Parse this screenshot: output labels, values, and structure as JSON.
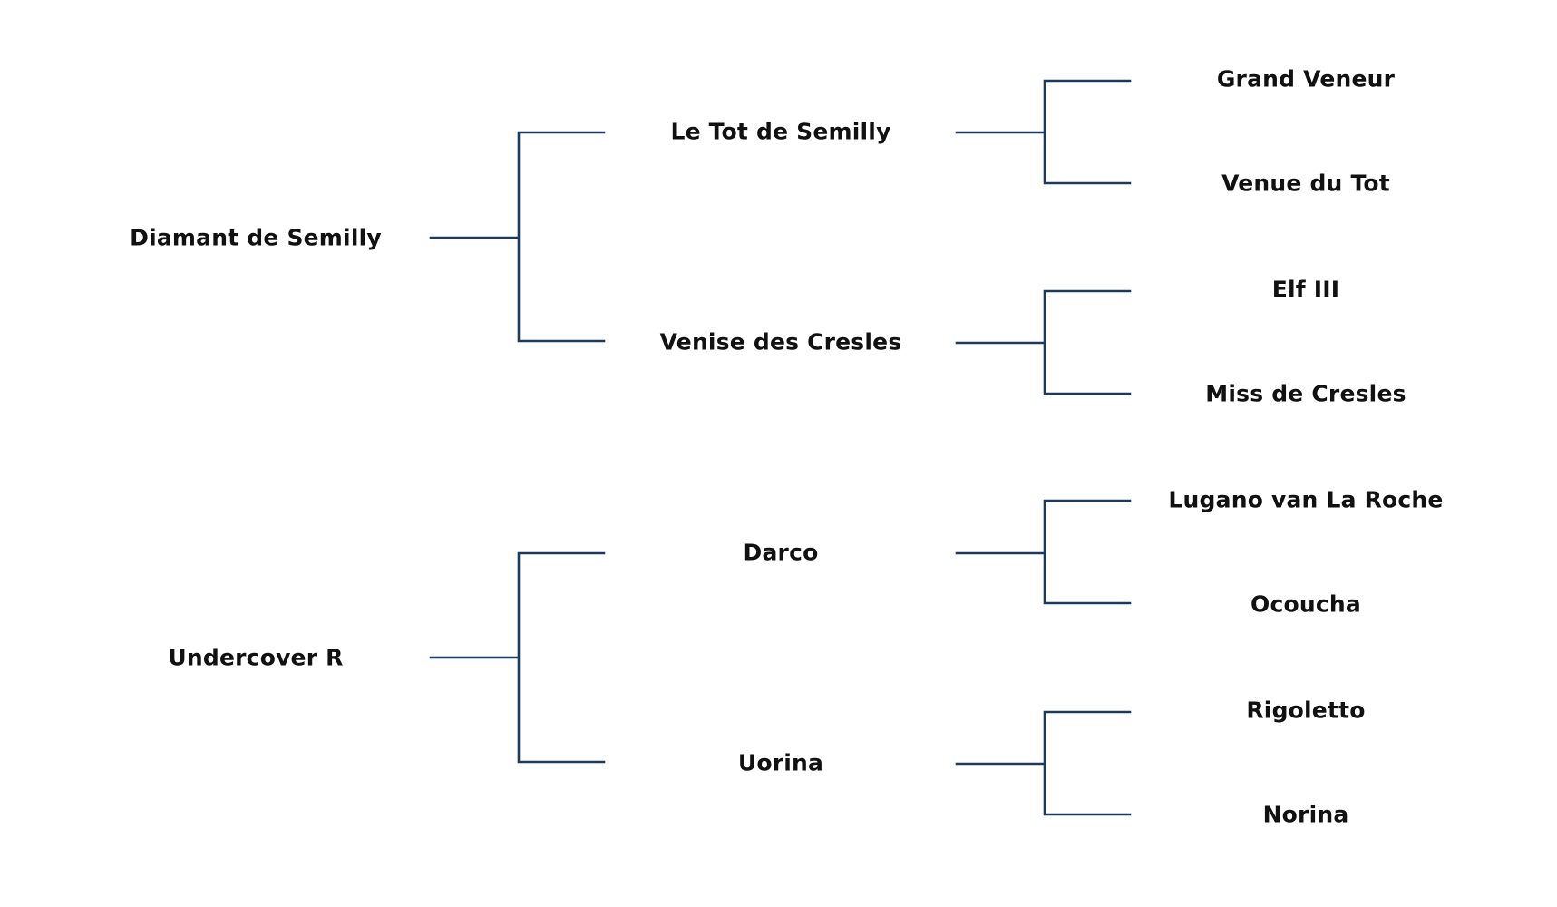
{
  "diagram": {
    "line_color": "#1c3a5e",
    "text_color": "#111111",
    "generation_1": [
      {
        "name": "Diamant de Semilly"
      },
      {
        "name": "Undercover R"
      }
    ],
    "generation_2": [
      {
        "name": "Le Tot de Semilly"
      },
      {
        "name": "Venise des Cresles"
      },
      {
        "name": "Darco"
      },
      {
        "name": "Uorina"
      }
    ],
    "generation_3": [
      {
        "name": "Grand Veneur"
      },
      {
        "name": "Venue du Tot"
      },
      {
        "name": "Elf III"
      },
      {
        "name": "Miss de Cresles"
      },
      {
        "name": "Lugano van La Roche"
      },
      {
        "name": "Ocoucha"
      },
      {
        "name": "Rigoletto"
      },
      {
        "name": "Norina"
      }
    ]
  }
}
